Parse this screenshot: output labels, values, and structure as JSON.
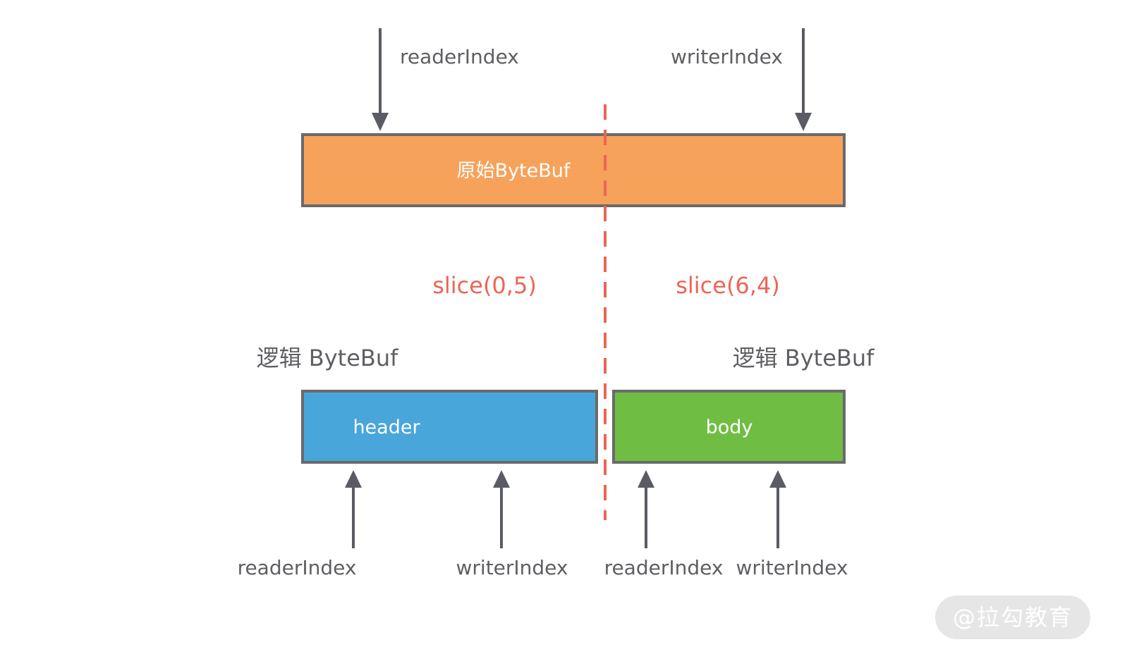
{
  "top": {
    "reader_label": "readerIndex",
    "writer_label": "writerIndex",
    "buffer_label": "原始ByteBuf"
  },
  "slices": {
    "left_call": "slice(0,5)",
    "right_call": "slice(6,4)"
  },
  "logical": {
    "left_title": "逻辑 ByteBuf",
    "right_title": "逻辑 ByteBuf",
    "header_label": "header",
    "body_label": "body",
    "header_reader": "readerIndex",
    "header_writer": "writerIndex",
    "body_reader": "readerIndex",
    "body_writer": "writerIndex"
  },
  "watermark": "@拉勾教育",
  "colors": {
    "original_fill": "#f7a25a",
    "header_fill": "#48a6db",
    "body_fill": "#70bd44",
    "border": "#6a6a6a",
    "arrow": "#5b5b66",
    "divider": "#ec6556",
    "slice_text": "#ec6556",
    "label_text": "#5f5f63"
  }
}
